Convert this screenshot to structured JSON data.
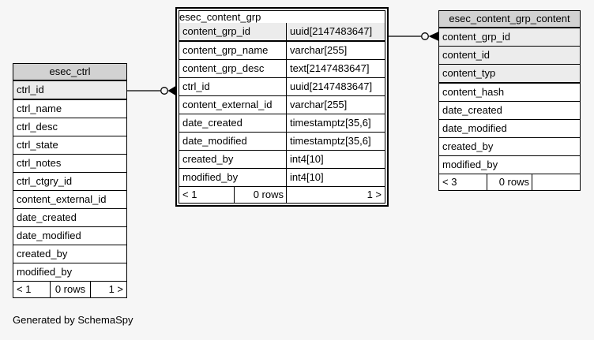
{
  "diagram": {
    "caption": "Generated by SchemaSpy",
    "colors": {
      "background": "#f6f6f6",
      "table_header": "#d2d2d2",
      "primary_key_row": "#ececec",
      "row": "#ffffff",
      "border": "#000000"
    },
    "tables": [
      {
        "id": "esec_ctrl",
        "title": "esec_ctrl",
        "emphasized": false,
        "columns": [
          {
            "name": "ctrl_id",
            "pk": true
          },
          {
            "name": "ctrl_name"
          },
          {
            "name": "ctrl_desc"
          },
          {
            "name": "ctrl_state"
          },
          {
            "name": "ctrl_notes"
          },
          {
            "name": "ctrl_ctgry_id"
          },
          {
            "name": "content_external_id"
          },
          {
            "name": "date_created"
          },
          {
            "name": "date_modified"
          },
          {
            "name": "created_by"
          },
          {
            "name": "modified_by"
          }
        ],
        "pager": {
          "prev": "< 1",
          "rows": "0 rows",
          "next": "1 >"
        }
      },
      {
        "id": "esec_content_grp",
        "title": "esec_content_grp",
        "emphasized": true,
        "columns": [
          {
            "name": "content_grp_id",
            "type": "uuid[2147483647]",
            "pk": true
          },
          {
            "name": "content_grp_name",
            "type": "varchar[255]"
          },
          {
            "name": "content_grp_desc",
            "type": "text[2147483647]"
          },
          {
            "name": "ctrl_id",
            "type": "uuid[2147483647]"
          },
          {
            "name": "content_external_id",
            "type": "varchar[255]"
          },
          {
            "name": "date_created",
            "type": "timestamptz[35,6]"
          },
          {
            "name": "date_modified",
            "type": "timestamptz[35,6]"
          },
          {
            "name": "created_by",
            "type": "int4[10]"
          },
          {
            "name": "modified_by",
            "type": "int4[10]"
          }
        ],
        "pager": {
          "prev": "< 1",
          "rows": "0 rows",
          "next": "1 >"
        }
      },
      {
        "id": "esec_content_grp_content",
        "title": "esec_content_grp_content",
        "emphasized": false,
        "columns": [
          {
            "name": "content_grp_id",
            "pk": true
          },
          {
            "name": "content_id",
            "pk": true
          },
          {
            "name": "content_typ",
            "pk": true
          },
          {
            "name": "content_hash"
          },
          {
            "name": "date_created"
          },
          {
            "name": "date_modified"
          },
          {
            "name": "created_by"
          },
          {
            "name": "modified_by"
          }
        ],
        "pager": {
          "prev": "< 3",
          "rows": "0 rows",
          "next": ""
        }
      }
    ],
    "relationships": [
      {
        "from": "esec_ctrl.ctrl_id",
        "to": "esec_content_grp.ctrl_id",
        "marker": "zero-or-many"
      },
      {
        "from": "esec_content_grp.content_grp_id",
        "to": "esec_content_grp_content.content_grp_id",
        "marker": "zero-or-many"
      }
    ]
  }
}
